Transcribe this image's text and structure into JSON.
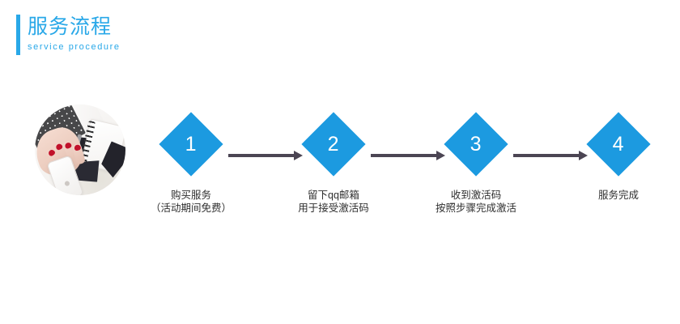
{
  "header": {
    "title": "服务流程",
    "subtitle": "service procedure",
    "accent_color": "#29a8e8",
    "bar_icon": "vertical-accent-bar"
  },
  "photo": {
    "alt": "hand with red nails typing on laptop keyboard beside notebook, pen and phone",
    "shape": "circle"
  },
  "flow": {
    "diamond_color": "#1c9ae0",
    "number_color": "#ffffff",
    "arrow_color": "#4b4553",
    "caption_color": "#2f2f2f",
    "steps": [
      {
        "number": "1",
        "line1": "购买服务",
        "line2": "（活动期间免费）"
      },
      {
        "number": "2",
        "line1": "留下qq邮箱",
        "line2": "用于接受激活码"
      },
      {
        "number": "3",
        "line1": "收到激活码",
        "line2": "按照步骤完成激活"
      },
      {
        "number": "4",
        "line1": "服务完成",
        "line2": ""
      }
    ],
    "arrows": [
      {
        "name": "arrow-1-to-2"
      },
      {
        "name": "arrow-2-to-3"
      },
      {
        "name": "arrow-3-to-4"
      }
    ]
  }
}
